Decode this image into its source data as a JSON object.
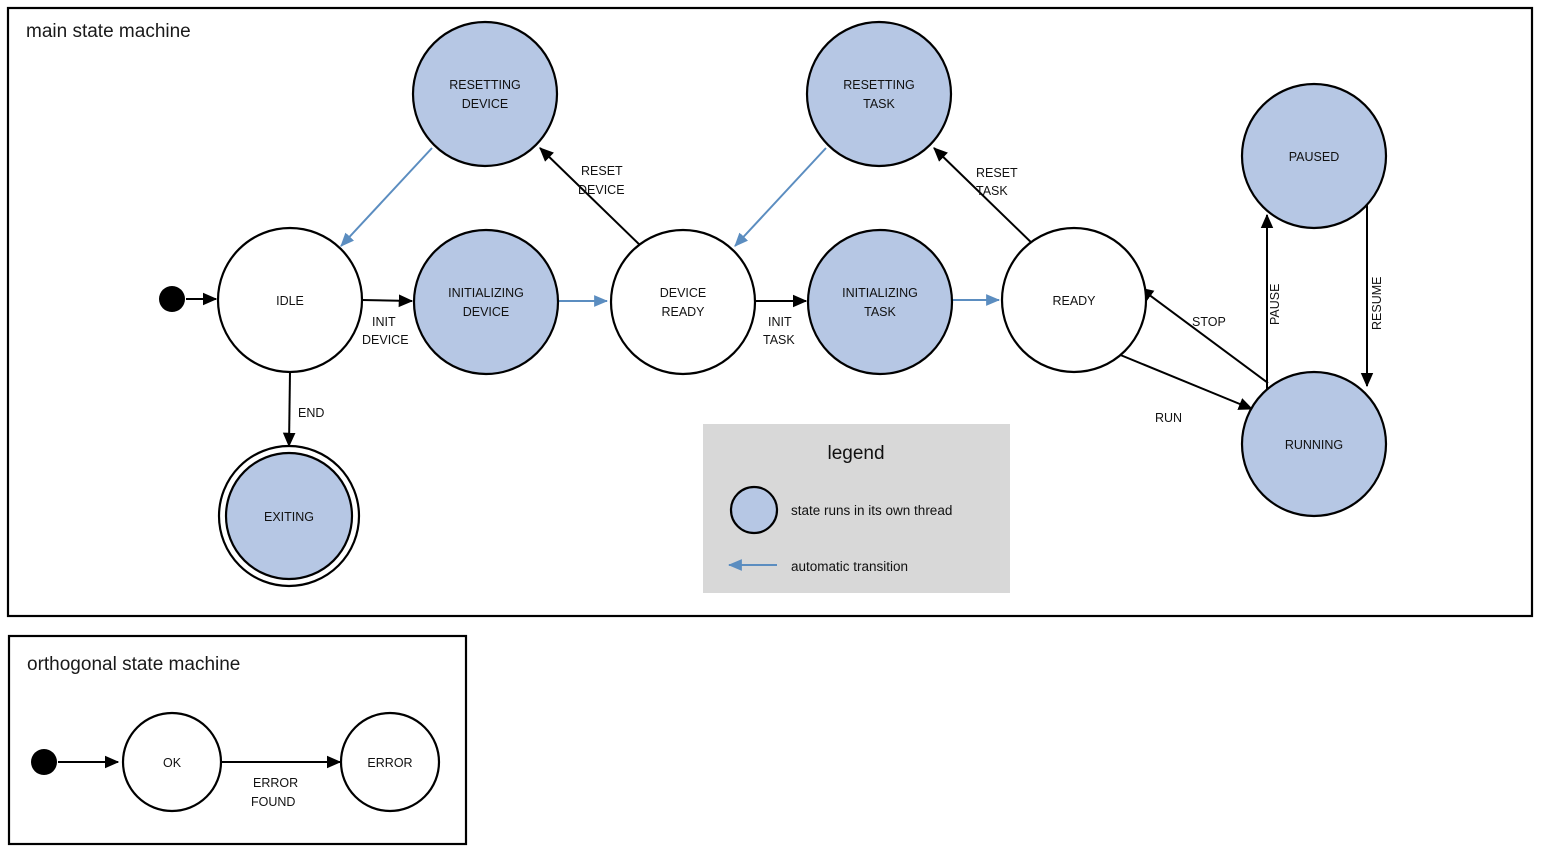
{
  "frames": {
    "main": {
      "title": "main state machine"
    },
    "orthogonal": {
      "title": "orthogonal state machine"
    }
  },
  "legend": {
    "title": "legend",
    "items": [
      {
        "symbol": "filled-circle",
        "text": "state runs in its own thread"
      },
      {
        "symbol": "blue-arrow",
        "text": "automatic transition"
      }
    ]
  },
  "colors": {
    "thread_state_fill": "#b6c7e4",
    "plain_state_fill": "#ffffff",
    "state_stroke": "#000000",
    "auto_transition": "#5b8dc0",
    "manual_transition": "#000000",
    "legend_background": "#d8d8d8",
    "frame_stroke": "#000000"
  },
  "main_states": [
    {
      "id": "idle",
      "label_line1": "IDLE",
      "label_line2": "",
      "thread": false,
      "final": false
    },
    {
      "id": "initializing-device",
      "label_line1": "INITIALIZING",
      "label_line2": "DEVICE",
      "thread": true,
      "final": false
    },
    {
      "id": "device-ready",
      "label_line1": "DEVICE",
      "label_line2": "READY",
      "thread": false,
      "final": false
    },
    {
      "id": "initializing-task",
      "label_line1": "INITIALIZING",
      "label_line2": "TASK",
      "thread": true,
      "final": false
    },
    {
      "id": "ready",
      "label_line1": "READY",
      "label_line2": "",
      "thread": false,
      "final": false
    },
    {
      "id": "resetting-device",
      "label_line1": "RESETTING",
      "label_line2": "DEVICE",
      "thread": true,
      "final": false
    },
    {
      "id": "resetting-task",
      "label_line1": "RESETTING",
      "label_line2": "TASK",
      "thread": true,
      "final": false
    },
    {
      "id": "paused",
      "label_line1": "PAUSED",
      "label_line2": "",
      "thread": true,
      "final": false
    },
    {
      "id": "running",
      "label_line1": "RUNNING",
      "label_line2": "",
      "thread": true,
      "final": false
    },
    {
      "id": "exiting",
      "label_line1": "EXITING",
      "label_line2": "",
      "thread": true,
      "final": true
    }
  ],
  "main_transitions": [
    {
      "id": "start-to-idle",
      "from": "initial",
      "to": "idle",
      "label_line1": "",
      "label_line2": "",
      "auto": false
    },
    {
      "id": "idle-to-initializing-device",
      "from": "idle",
      "to": "initializing-device",
      "label_line1": "INIT",
      "label_line2": "DEVICE",
      "auto": false
    },
    {
      "id": "idle-to-exiting",
      "from": "idle",
      "to": "exiting",
      "label_line1": "END",
      "label_line2": "",
      "auto": false
    },
    {
      "id": "initializing-device-to-ready",
      "from": "initializing-device",
      "to": "device-ready",
      "label_line1": "",
      "label_line2": "",
      "auto": true
    },
    {
      "id": "device-ready-to-resetting",
      "from": "device-ready",
      "to": "resetting-device",
      "label_line1": "RESET",
      "label_line2": "DEVICE",
      "auto": false
    },
    {
      "id": "resetting-device-to-idle",
      "from": "resetting-device",
      "to": "idle",
      "label_line1": "",
      "label_line2": "",
      "auto": true
    },
    {
      "id": "device-ready-to-init-task",
      "from": "device-ready",
      "to": "initializing-task",
      "label_line1": "INIT",
      "label_line2": "TASK",
      "auto": false
    },
    {
      "id": "initializing-task-to-ready",
      "from": "initializing-task",
      "to": "ready",
      "label_line1": "",
      "label_line2": "",
      "auto": true
    },
    {
      "id": "ready-to-resetting-task",
      "from": "ready",
      "to": "resetting-task",
      "label_line1": "RESET",
      "label_line2": "TASK",
      "auto": false
    },
    {
      "id": "resetting-task-to-device-ready",
      "from": "resetting-task",
      "to": "device-ready",
      "label_line1": "",
      "label_line2": "",
      "auto": true
    },
    {
      "id": "ready-to-running",
      "from": "ready",
      "to": "running",
      "label_line1": "RUN",
      "label_line2": "",
      "auto": false
    },
    {
      "id": "running-to-ready",
      "from": "running",
      "to": "ready",
      "label_line1": "STOP",
      "label_line2": "",
      "auto": false
    },
    {
      "id": "running-to-paused",
      "from": "running",
      "to": "paused",
      "label_line1": "PAUSE",
      "label_line2": "",
      "auto": false
    },
    {
      "id": "paused-to-running",
      "from": "paused",
      "to": "running",
      "label_line1": "RESUME",
      "label_line2": "",
      "auto": false
    }
  ],
  "orthogonal_states": [
    {
      "id": "ok",
      "label_line1": "OK",
      "thread": false
    },
    {
      "id": "error",
      "label_line1": "ERROR",
      "thread": false
    }
  ],
  "orthogonal_transitions": [
    {
      "id": "start-to-ok",
      "from": "initial",
      "to": "ok",
      "label_line1": "",
      "label_line2": ""
    },
    {
      "id": "ok-to-error",
      "from": "ok",
      "to": "error",
      "label_line1": "ERROR",
      "label_line2": "FOUND"
    }
  ]
}
